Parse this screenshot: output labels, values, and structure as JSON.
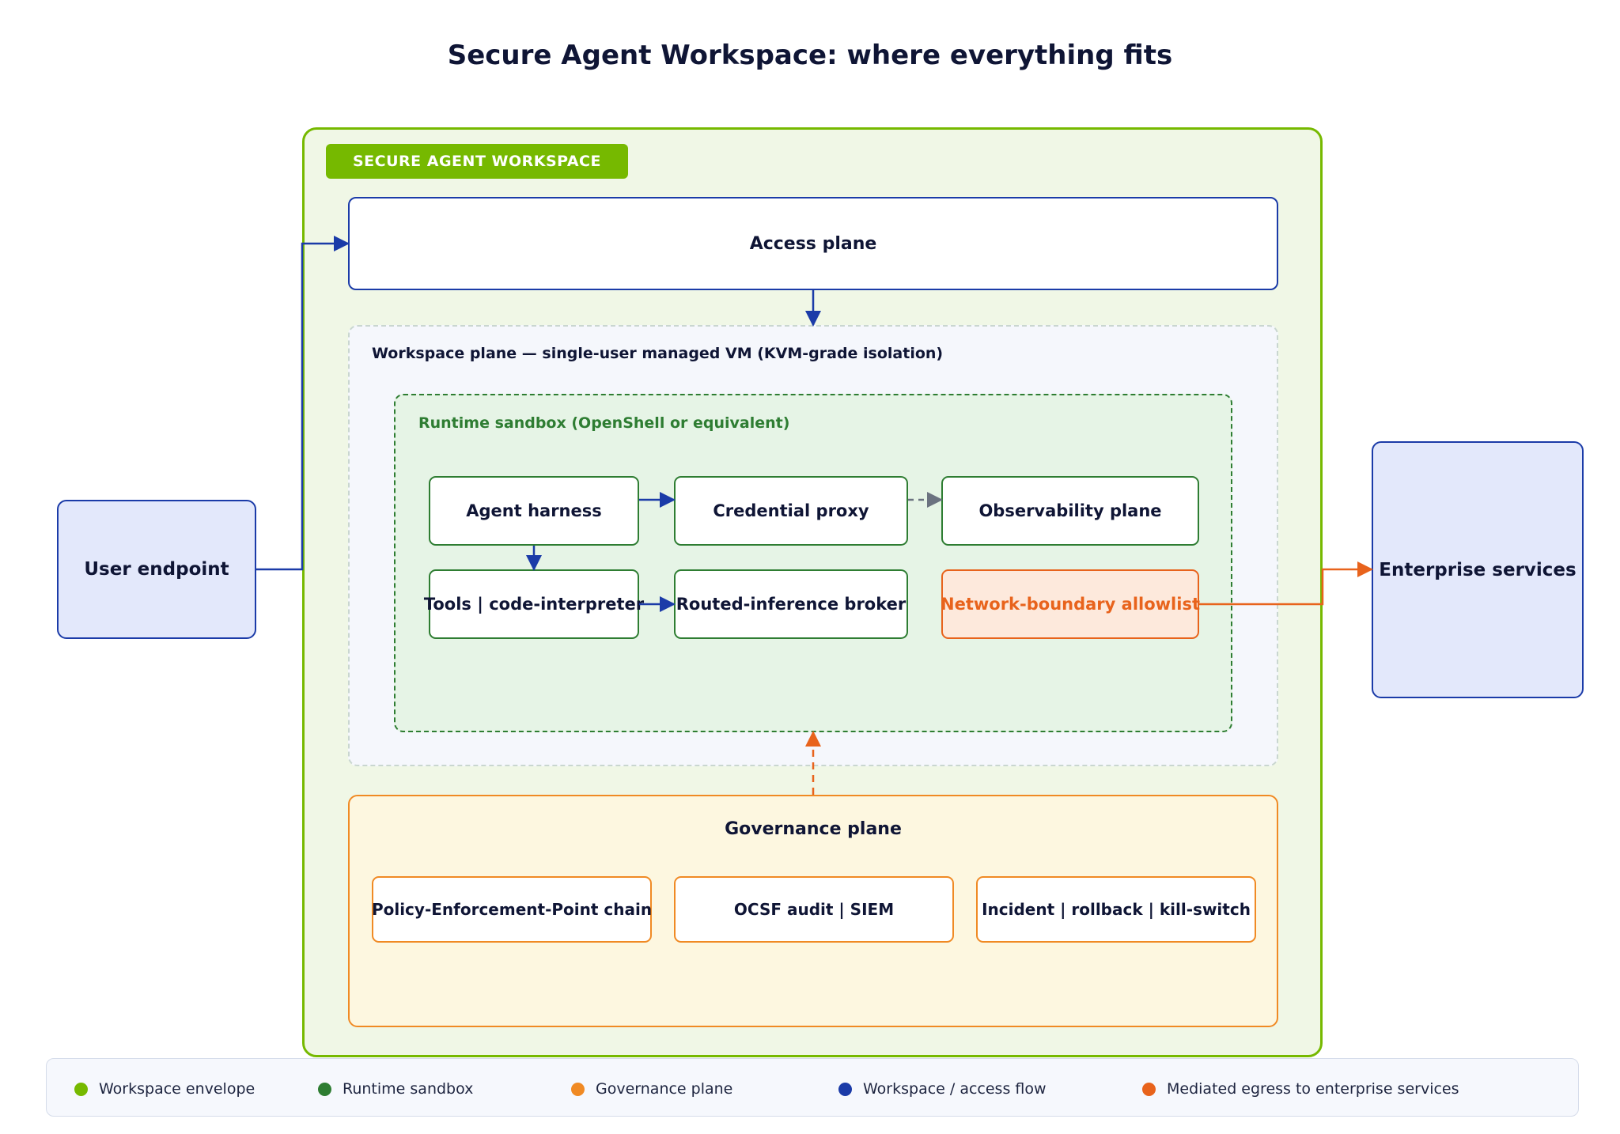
{
  "title": "Secure Agent Workspace: where everything fits",
  "workspace": {
    "badge": "SECURE AGENT WORKSPACE",
    "access_plane": "Access plane",
    "workspace_plane_label": "Workspace plane — single-user managed VM (KVM-grade isolation)",
    "sandbox_label": "Runtime sandbox (OpenShell or equivalent)",
    "nodes": {
      "agent_harness": "Agent harness",
      "credential_proxy": "Credential proxy",
      "observability_plane": "Observability plane",
      "tools": "Tools | code-interpreter",
      "routed_inference": "Routed-inference broker",
      "network_allowlist": "Network-boundary allowlist"
    },
    "governance": {
      "label": "Governance plane",
      "items": [
        "Policy-Enforcement-Point chain",
        "OCSF audit | SIEM",
        "Incident | rollback | kill-switch"
      ]
    }
  },
  "external": {
    "user_endpoint": "User endpoint",
    "enterprise_services": "Enterprise services"
  },
  "legend": [
    {
      "label": "Workspace envelope",
      "color": "#76b900"
    },
    {
      "label": "Runtime sandbox",
      "color": "#2e7d32"
    },
    {
      "label": "Governance plane",
      "color": "#f08a24"
    },
    {
      "label": "Workspace / access flow",
      "color": "#1b3ba8"
    },
    {
      "label": "Mediated egress to enterprise services",
      "color": "#e8631c"
    }
  ],
  "colors": {
    "workspace": "#76b900",
    "sandbox": "#2e7d32",
    "governance": "#f08a24",
    "flow": "#1b3ba8",
    "egress": "#e8631c",
    "observability_link": "#6b7280"
  }
}
